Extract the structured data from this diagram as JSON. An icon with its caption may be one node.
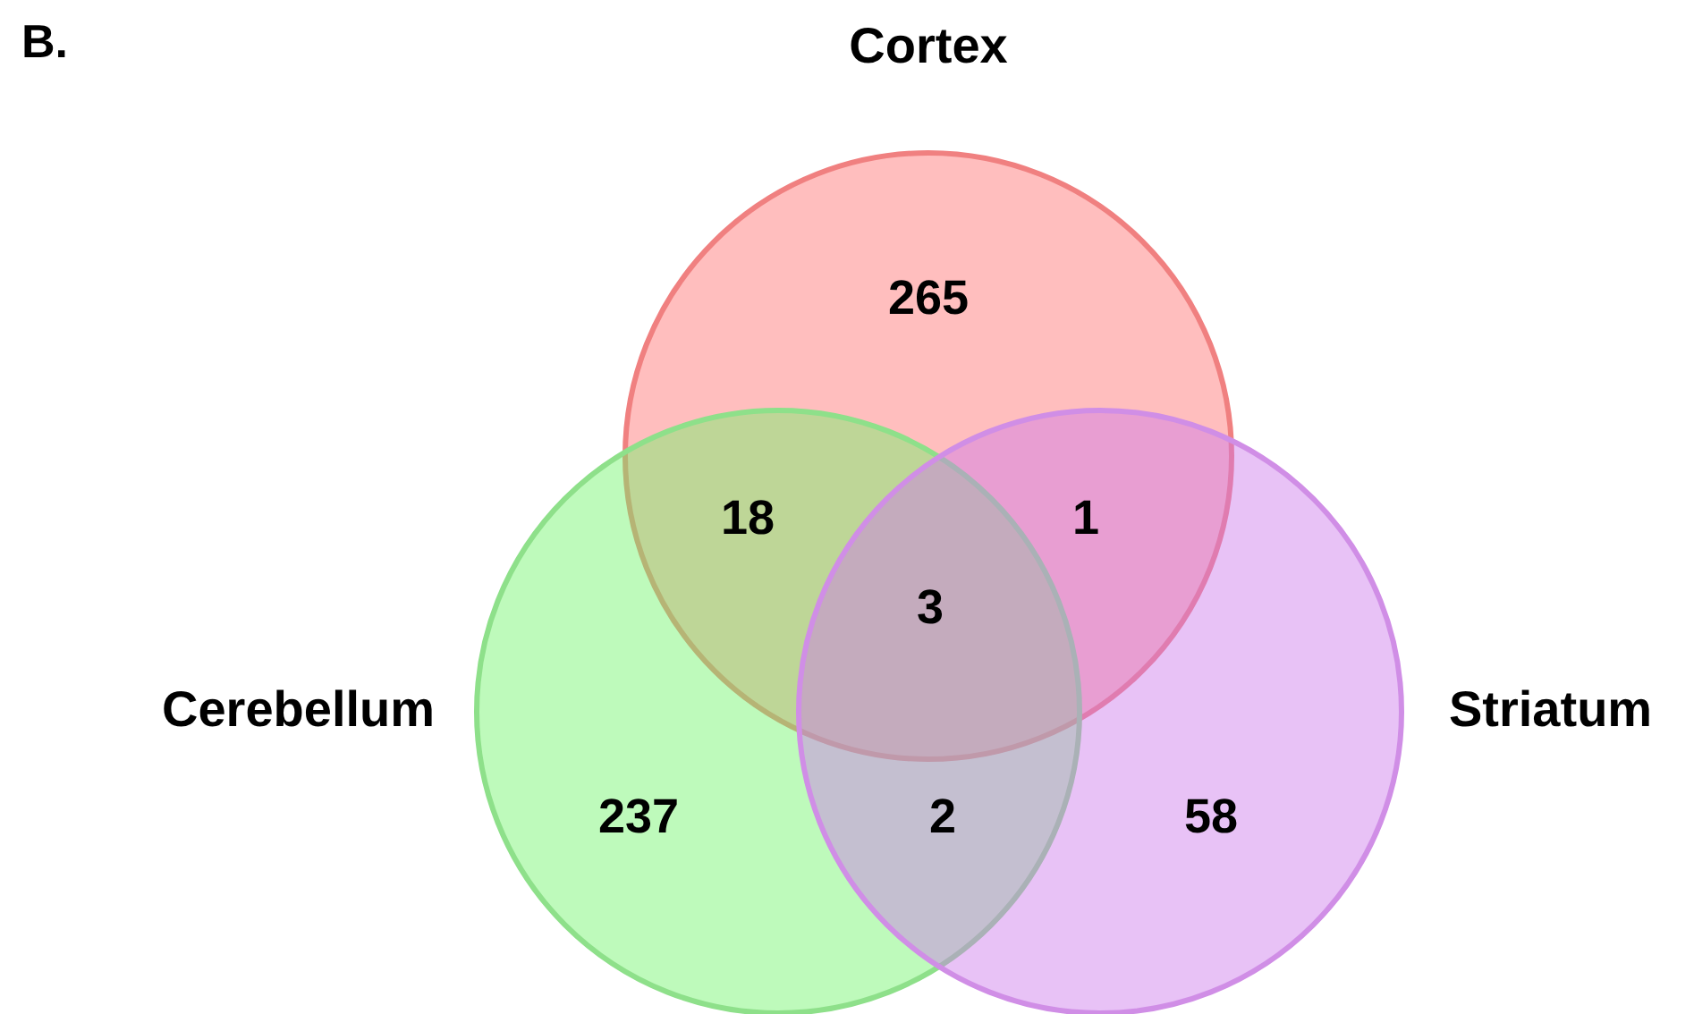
{
  "diagram": {
    "nodes": [
      {
        "text": [
          "Cortex"
        ]
      },
      {
        "text": [
          "Cerebellum"
        ]
      },
      {
        "text": [
          "Striatum"
        ]
      }
    ],
    "labels": [
      "B.",
      "265",
      "18",
      "1",
      "3",
      "237",
      "2",
      "58"
    ]
  }
}
